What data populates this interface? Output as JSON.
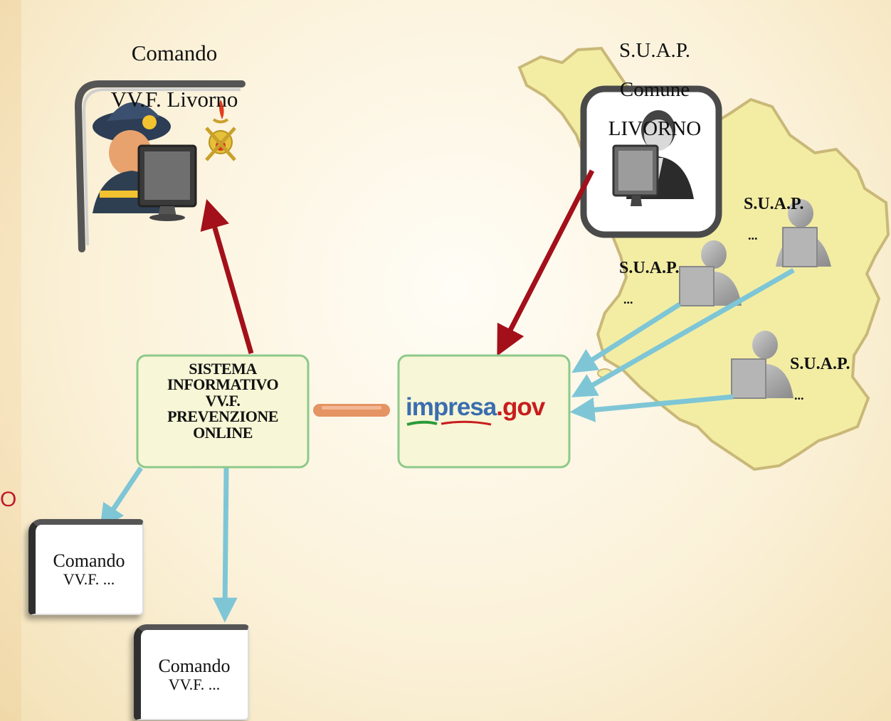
{
  "header": {
    "vvf_title_line1": "Comando",
    "vvf_title_line2": "VV.F. Livorno",
    "suap_title_line1": "S.U.A.P.",
    "suap_title_line2": "Comune",
    "suap_title_line3": "LIVORNO"
  },
  "suap_labels": {
    "top": "S.U.A.P.",
    "middle": "S.U.A.P.",
    "bottom": "S.U.A.P.",
    "ellipsis": "..."
  },
  "sistema_box": {
    "line1": "SISTEMA",
    "line2": "INFORMATIVO",
    "line3": "VV.F.",
    "line4": "PREVENZIONE",
    "line5": "ONLINE"
  },
  "impresa": {
    "part1": "impresa",
    "part2": ".gov"
  },
  "comando_boxes": [
    {
      "line1": "Comando",
      "line2": "VV.F. ..."
    },
    {
      "line1": "Comando",
      "line2": "VV.F. ..."
    }
  ],
  "left_edge_text": "O",
  "colors": {
    "red_arrow": "#a3101a",
    "blue_arrow": "#7ec6d6",
    "orange_arrow": "#e59463",
    "map_fill": "#f3eda4",
    "map_stroke": "#c9b878",
    "box_fill": "#f7f6d6",
    "box_border": "#8dc98a",
    "impresa_blue": "#3a6db0",
    "impresa_red": "#c81d1d"
  },
  "icons": [
    "firefighter-icon",
    "fire-brigade-emblem-icon",
    "operator-icon",
    "suap-user-icon"
  ]
}
